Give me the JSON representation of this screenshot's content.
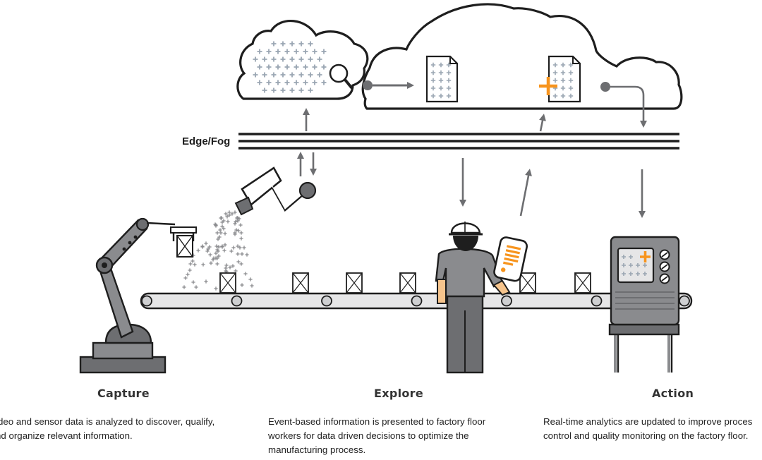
{
  "diagram": {
    "edge_label": "Edge/Fog",
    "stages": [
      {
        "title": "Capture",
        "description_lines": [
          "ideo and sensor data is analyzed to discover, qualify,",
          "nd organize relevant information."
        ]
      },
      {
        "title": "Explore",
        "description_lines": [
          "Event-based information is presented to factory floor",
          "workers for data driven decisions to optimize the",
          "manufacturing process."
        ]
      },
      {
        "title": "Action",
        "description_lines": [
          "Real-time analytics are updated to improve proces",
          "control and quality monitoring on the factory floor."
        ]
      }
    ]
  },
  "icons": [
    "cloud-icon",
    "magnifier-icon",
    "document-icon",
    "robot-arm-icon",
    "security-camera-icon",
    "conveyor-belt-icon",
    "worker-icon",
    "tablet-icon",
    "control-panel-icon"
  ],
  "colors": {
    "outline": "#1e1e1e",
    "gray_dark": "#6d6e71",
    "gray_mid": "#8a8b8e",
    "gray_light": "#cfd0d2",
    "data_plus": "#9aa6b2",
    "accent_orange": "#f7941d",
    "skin": "#f6c48c"
  }
}
